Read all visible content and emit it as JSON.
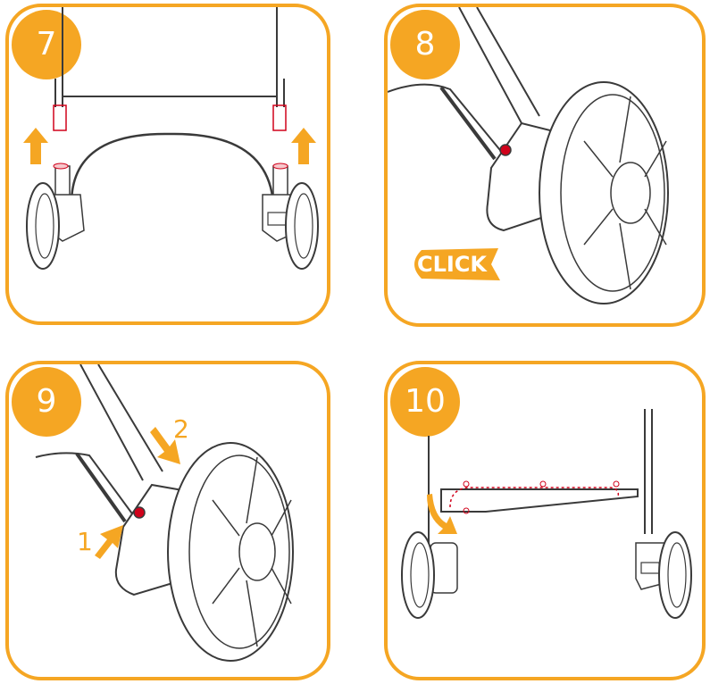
{
  "panels": [
    {
      "step": "7"
    },
    {
      "step": "8",
      "badge_text": "CLICK"
    },
    {
      "step": "9",
      "labels": [
        "1",
        "2"
      ]
    },
    {
      "step": "10"
    }
  ],
  "colors": {
    "accent": "#f5a623",
    "line": "#3a3a3a",
    "highlight": "#d0021b"
  }
}
